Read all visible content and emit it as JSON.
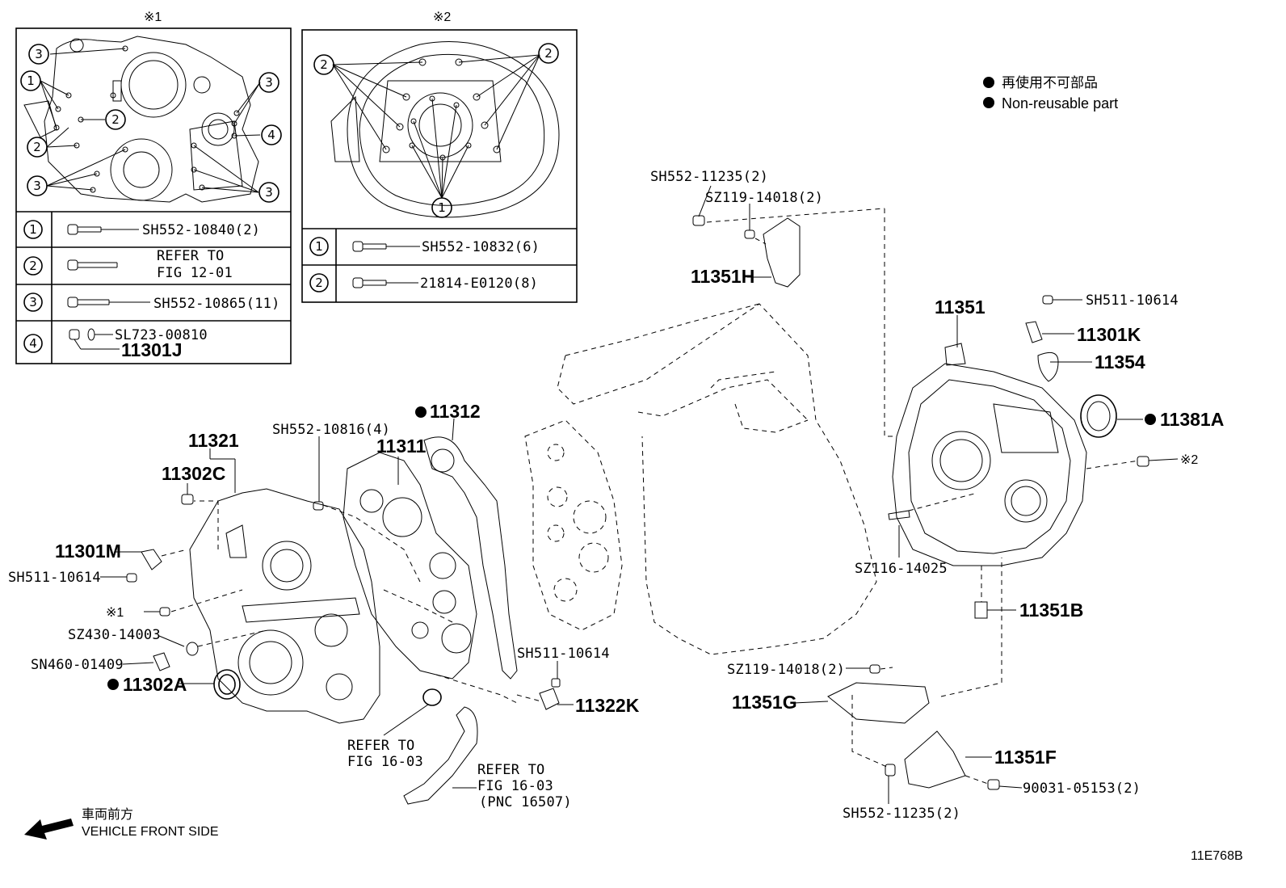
{
  "inset1": {
    "mark": "※1",
    "rows": [
      {
        "num": "1",
        "part": "SH552-10840(2)"
      },
      {
        "num": "2",
        "refer_line1": "REFER TO",
        "refer_line2": "FIG 12-01"
      },
      {
        "num": "3",
        "part": "SH552-10865(11)"
      },
      {
        "num": "4",
        "part_a": "SL723-00810",
        "part_b": "11301J"
      }
    ]
  },
  "inset2": {
    "mark": "※2",
    "rows": [
      {
        "num": "1",
        "part": "SH552-10832(6)"
      },
      {
        "num": "2",
        "part": "21814-E0120(8)"
      }
    ]
  },
  "legend": {
    "jp": "再使用不可部品",
    "en": "Non-reusable part"
  },
  "labels": {
    "p11321": "11321",
    "p11302C": "11302C",
    "p11301M": "11301M",
    "sh511_left": "SH511-10614",
    "mark1": "※1",
    "sz430": "SZ430-14003",
    "sn460": "SN460-01409",
    "p11302A": "11302A",
    "sh552_10816": "SH552-10816(4)",
    "p11311": "11311",
    "p11312": "11312",
    "refer_a1": "REFER TO",
    "refer_a2": "FIG 16-03",
    "refer_b1": "REFER TO",
    "refer_b2": "FIG 16-03",
    "refer_b3": "(PNC 16507)",
    "sh511_mid": "SH511-10614",
    "p11322K": "11322K",
    "sh552_11235_top": "SH552-11235(2)",
    "sz119_top": "SZ119-14018(2)",
    "p11351H": "11351H",
    "p11351": "11351",
    "sh511_right": "SH511-10614",
    "p11301K": "11301K",
    "p11354": "11354",
    "p11381A": "11381A",
    "mark2": "※2",
    "sz116": "SZ116-14025",
    "p11351B": "11351B",
    "sz119_bot": "SZ119-14018(2)",
    "p11351G": "11351G",
    "p11351F": "11351F",
    "p90031": "90031-05153(2)",
    "sh552_11235_bot": "SH552-11235(2)"
  },
  "front": {
    "jp": "車両前方",
    "en": "VEHICLE FRONT SIDE"
  },
  "code": "11E768B"
}
